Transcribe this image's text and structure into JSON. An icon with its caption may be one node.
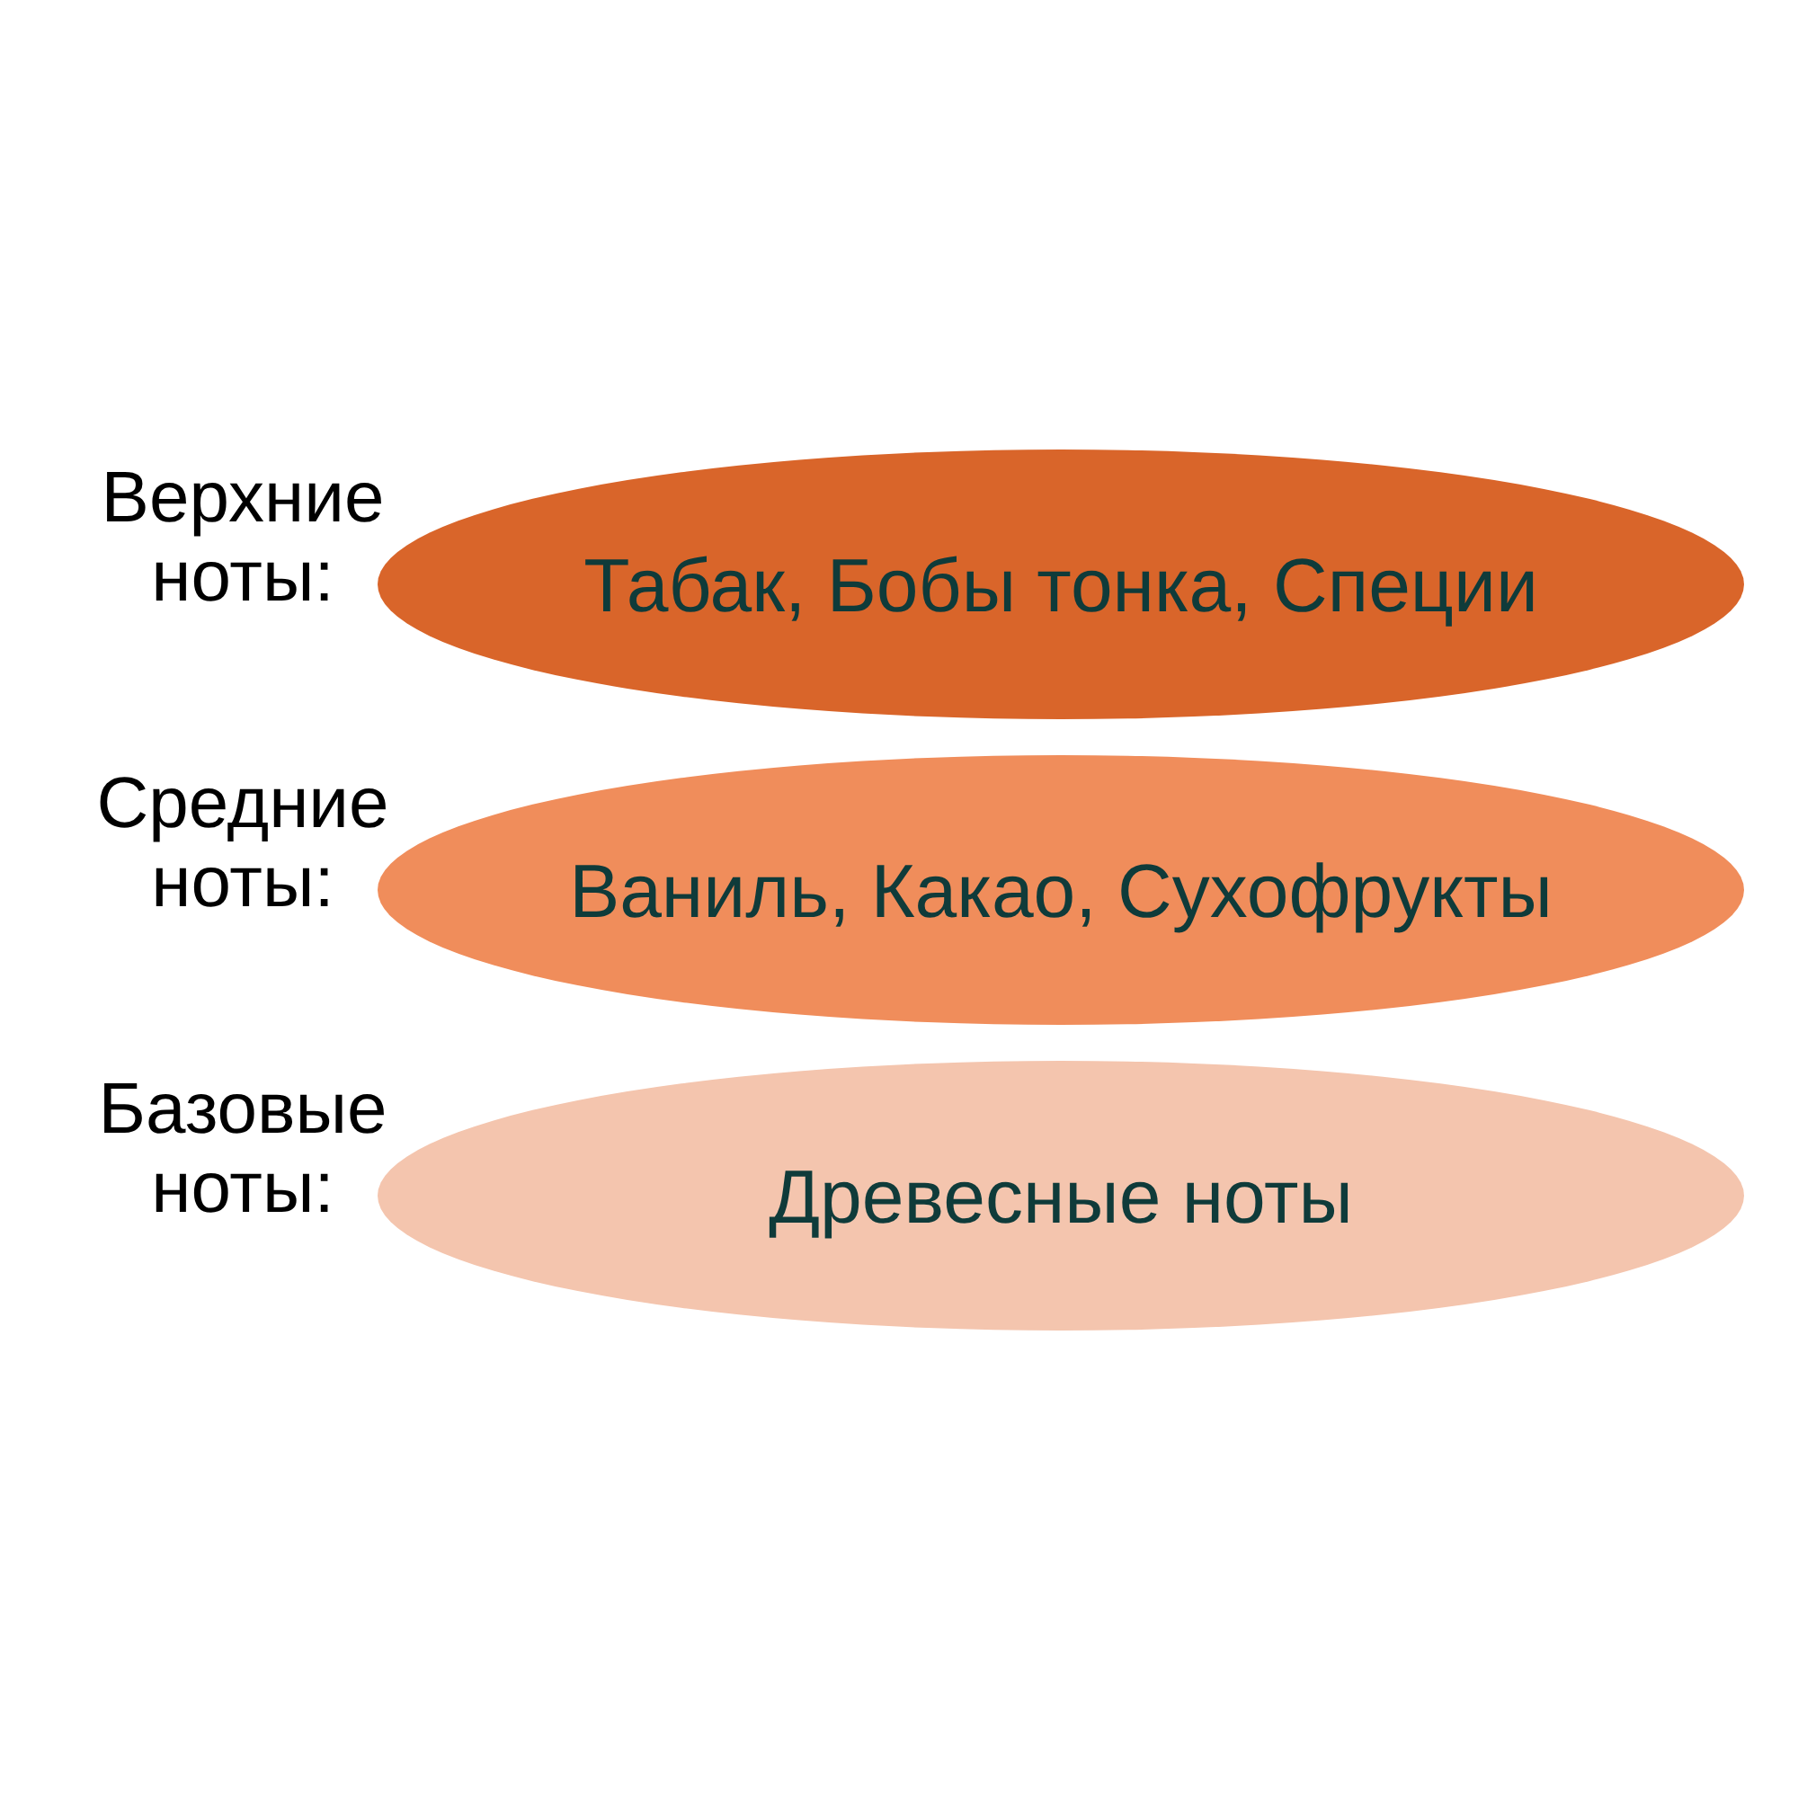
{
  "diagram": {
    "nodes": [
      {
        "text": [
          "Табак, Бобы тонка, Специи"
        ],
        "beside": [
          "Верхние ноты:"
        ]
      },
      {
        "text": [
          "Ваниль, Какао, Сухофрукты"
        ],
        "beside": [
          "Средние ноты:"
        ]
      },
      {
        "text": [
          "Древесные ноты"
        ],
        "beside": [
          "Базовые ноты:"
        ]
      }
    ]
  }
}
